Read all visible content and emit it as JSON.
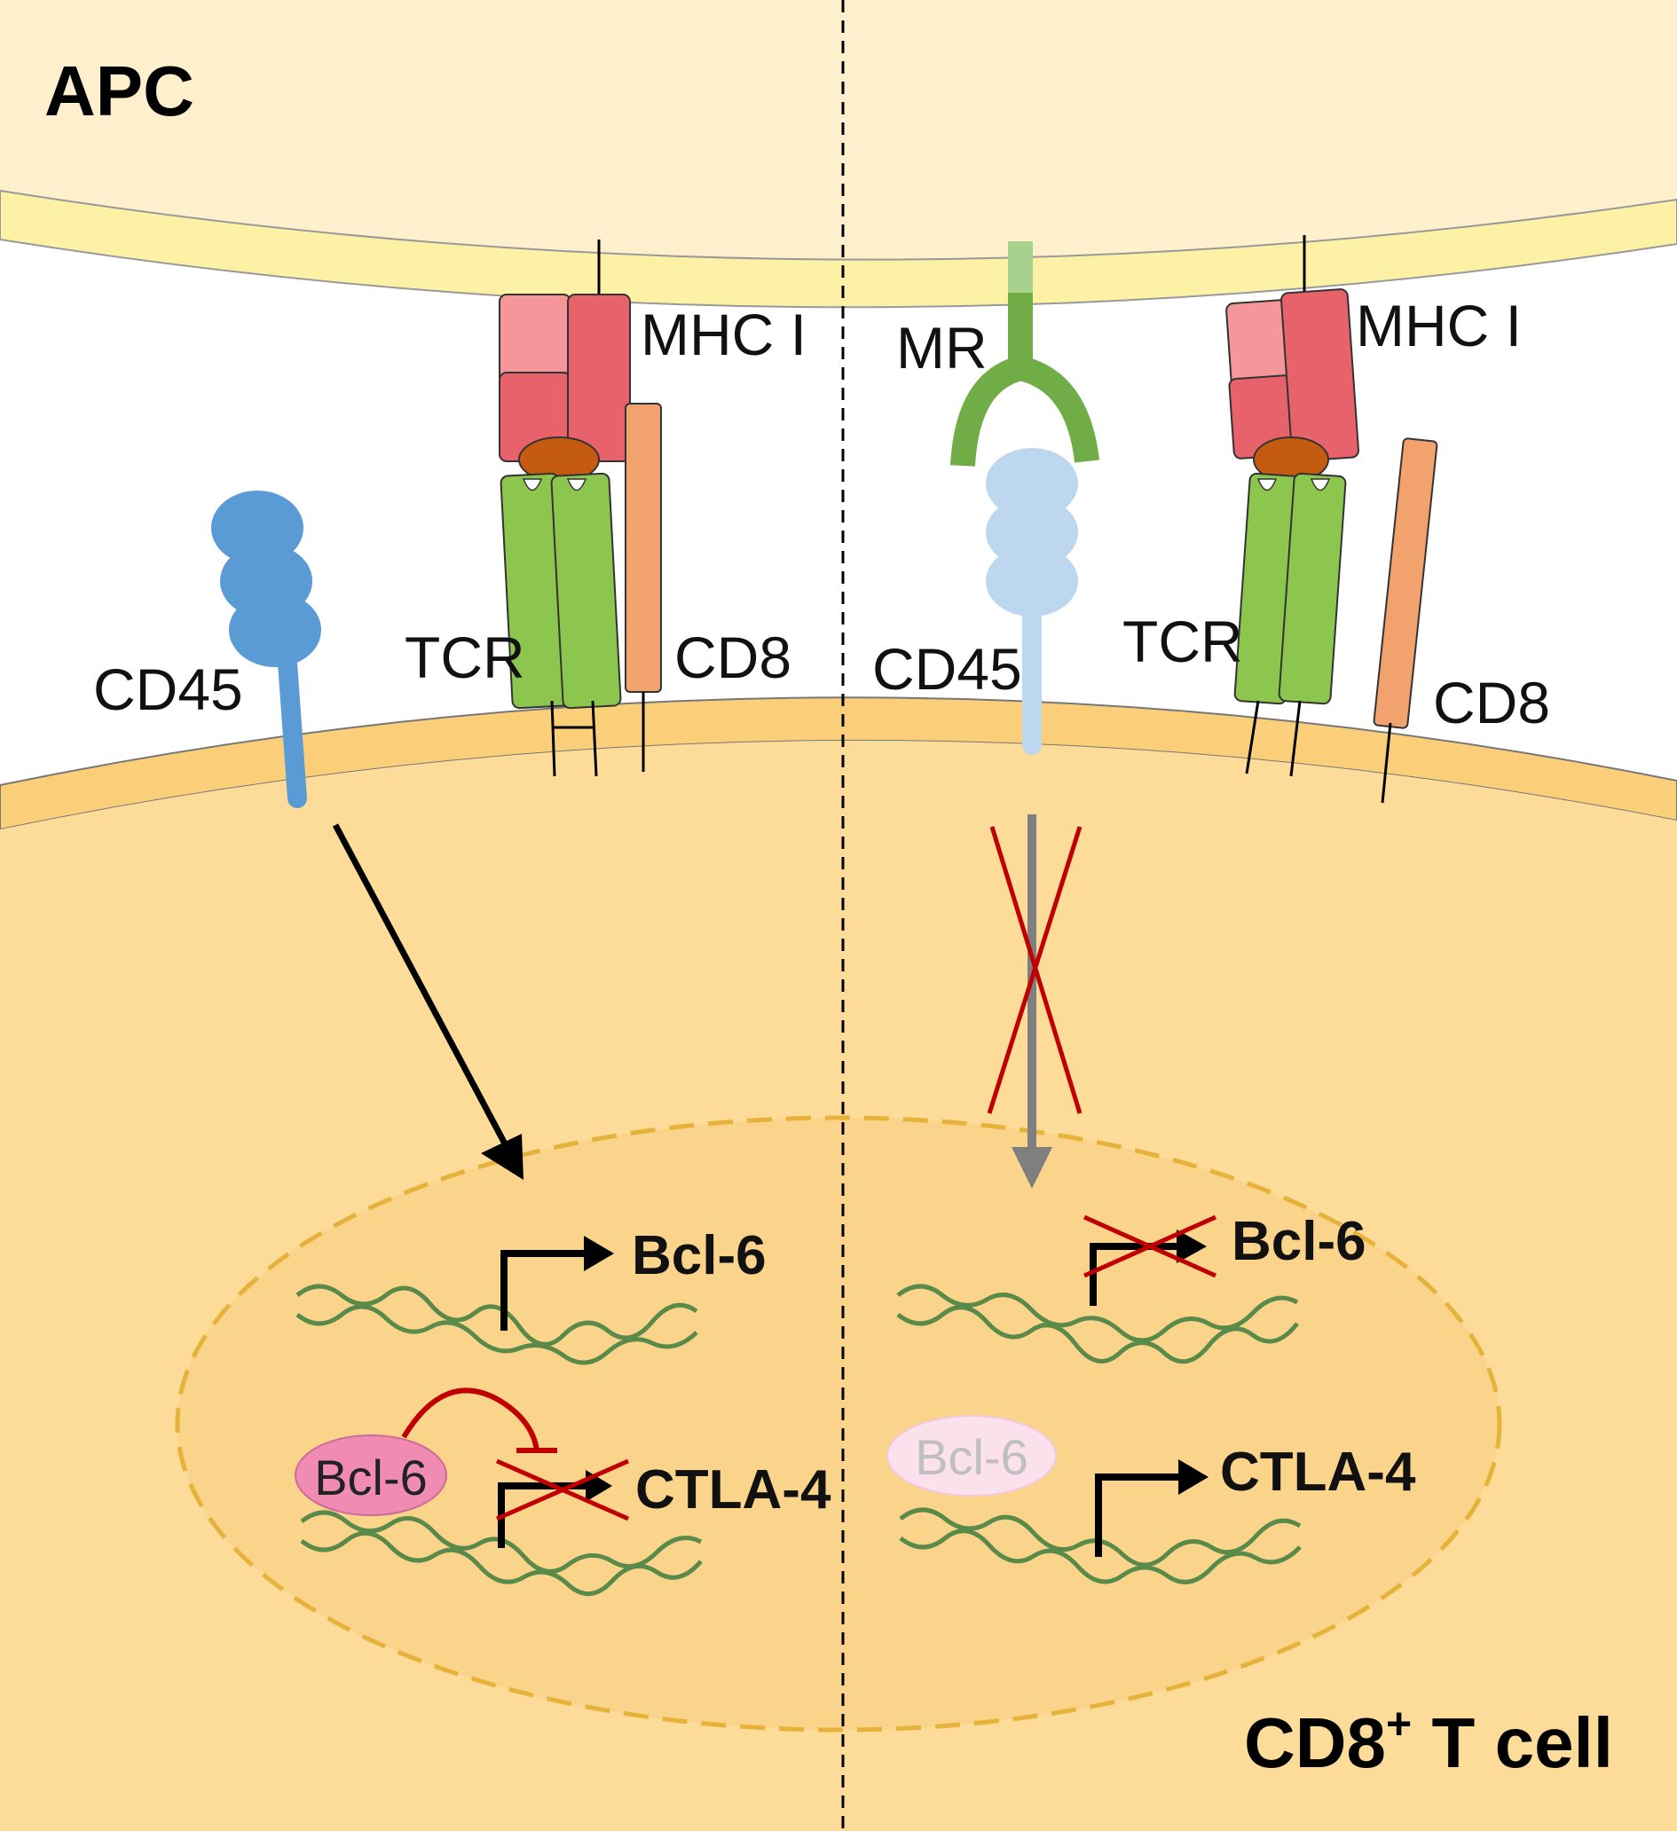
{
  "labels": {
    "apc": "APC",
    "cell": "CD8",
    "cell_sup": "+",
    "cell_suffix": " T cell",
    "left": {
      "mhc": "MHC I",
      "tcr": "TCR",
      "cd8": "CD8",
      "cd45": "CD45",
      "gene1": "Bcl-6",
      "gene2": "CTLA-4",
      "protein": "Bcl-6"
    },
    "right": {
      "mr": "MR",
      "mhc": "MHC I",
      "tcr": "TCR",
      "cd8": "CD8",
      "cd45": "CD45",
      "gene1": "Bcl-6",
      "gene2": "CTLA-4",
      "protein": "Bcl-6"
    }
  },
  "colors": {
    "apc_fill": "#FEF0CC",
    "apc_membrane": "#FDF1A6",
    "cell_fill": "#FDDC9A",
    "cell_membrane": "#FBCF7A",
    "nucleus_fill": "#FBD48C",
    "nucleus_border": "#E6B23A",
    "mhc_light": "#F4969A",
    "mhc_dark": "#E8626B",
    "peptide": "#C55A11",
    "tcr": "#8DC64E",
    "cd8": "#F2A26D",
    "cd45_active": "#5B9BD5",
    "cd45_inactive": "#BDD7EE",
    "mr": "#70AD47",
    "mr_tip": "#A9D18E",
    "inhibit_red": "#C00000",
    "bcl6_protein": "#F08BB4",
    "bcl6_protein_faded": "#FBE1EC",
    "dna": "#5A8A4A"
  }
}
